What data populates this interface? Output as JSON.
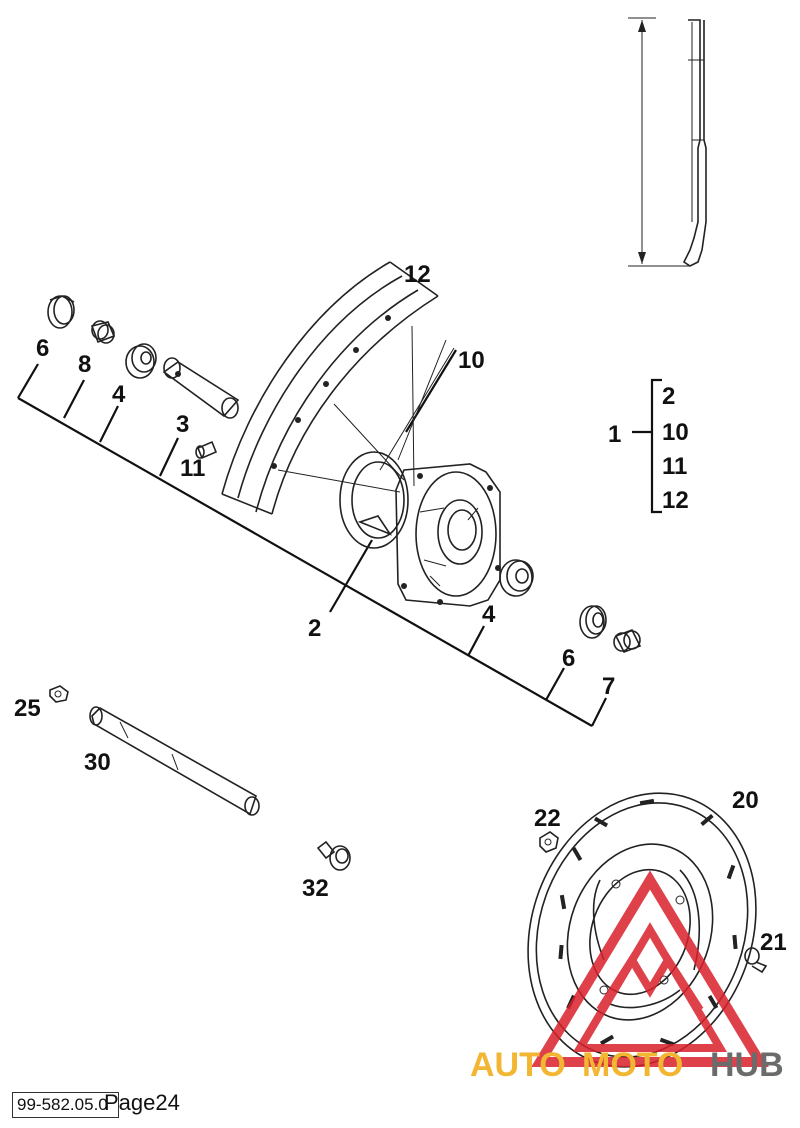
{
  "diagram": {
    "labels": {
      "p1": "1",
      "p2": "2",
      "p3": "3",
      "p4a": "4",
      "p4b": "4",
      "p6a": "6",
      "p6b": "6",
      "p7": "7",
      "p8": "8",
      "p10": "10",
      "p11": "11",
      "p12": "12",
      "p20": "20",
      "p21": "21",
      "p22": "22",
      "p25": "25",
      "p30": "30",
      "p32": "32"
    },
    "kit_items": [
      "2",
      "10",
      "11",
      "12"
    ]
  },
  "watermark": {
    "part1": "AUTO",
    "part2": "MOTO",
    "part3": "HUB"
  },
  "footer": {
    "code": "99-582.05.0",
    "page": "Page24"
  },
  "colors": {
    "watermark_red": "#d9202a",
    "watermark_yellow": "#f2b632",
    "watermark_grey": "#6b6b6b"
  }
}
